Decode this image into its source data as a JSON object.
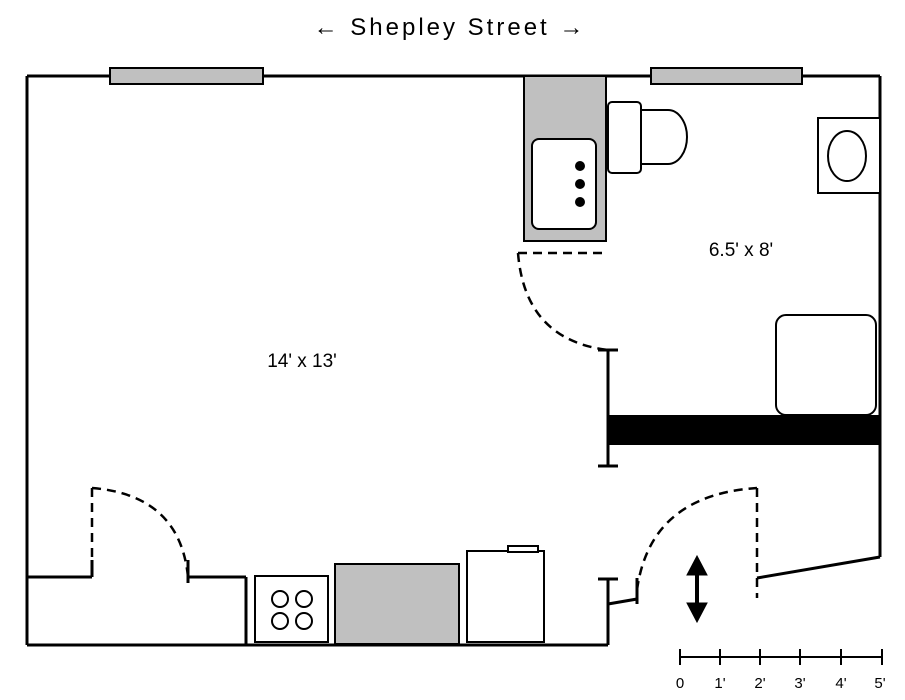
{
  "diagram": {
    "type": "floor plan",
    "street_label": "← Shepley Street →",
    "rooms": [
      {
        "id": "main-room",
        "dimensions": "14' x 13'"
      },
      {
        "id": "bathroom",
        "dimensions": "6.5' x 8'"
      }
    ],
    "scale_bar": {
      "ticks": [
        "0",
        "1'",
        "2'",
        "3'",
        "4'",
        "5'"
      ]
    },
    "colors": {
      "wall": "#000000",
      "window_fill": "#c0c0c0",
      "counter_fill": "#c0c0c0",
      "background": "#ffffff"
    },
    "fixtures": [
      "sink-icon",
      "toilet-icon",
      "bathroom-sink-icon",
      "tub-icon",
      "stove-icon",
      "counter-icon",
      "refrigerator-icon",
      "double-arrow-icon"
    ]
  }
}
